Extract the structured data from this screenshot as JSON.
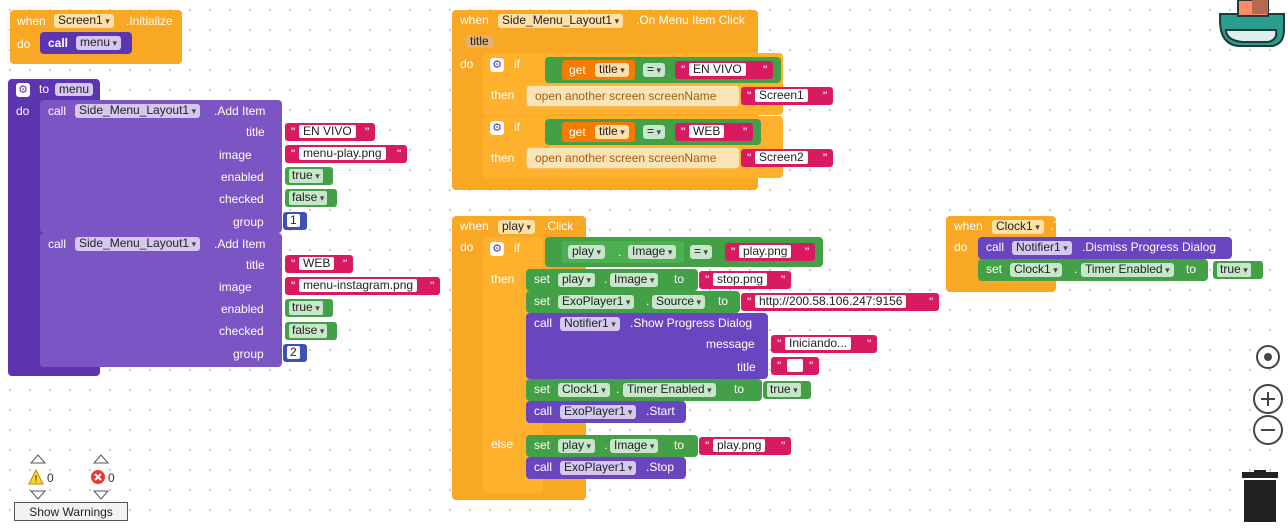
{
  "init_block": {
    "when": "when",
    "component": "Screen1",
    "event": ".Initialize",
    "do": "do",
    "call": "call",
    "proc": "menu"
  },
  "proc_block": {
    "to": "to",
    "name": "menu",
    "do": "do",
    "add1": {
      "call": "call",
      "component": "Side_Menu_Layout1",
      "method": ".Add Item",
      "title_label": "title",
      "title_val": "EN VIVO",
      "image_label": "image",
      "image_val": "menu-play.png",
      "enabled_label": "enabled",
      "enabled_val": "true",
      "checked_label": "checked",
      "checked_val": "false",
      "group_label": "group",
      "group_val": "1"
    },
    "add2": {
      "call": "call",
      "component": "Side_Menu_Layout1",
      "method": ".Add Item",
      "title_label": "title",
      "title_val": "WEB",
      "image_label": "image",
      "image_val": "menu-instagram.png",
      "enabled_label": "enabled",
      "enabled_val": "true",
      "checked_label": "checked",
      "checked_val": "false",
      "group_label": "group",
      "group_val": "2"
    }
  },
  "menu_click": {
    "when": "when",
    "component": "Side_Menu_Layout1",
    "event": ".On Menu Item Click",
    "param": "title",
    "do": "do",
    "if1": {
      "if": "if",
      "get": "get",
      "var": "title",
      "op": "=",
      "val": "EN VIVO",
      "then": "then",
      "open": "open another screen  screenName",
      "screen": "Screen1"
    },
    "if2": {
      "if": "if",
      "get": "get",
      "var": "title",
      "op": "=",
      "val": "WEB",
      "then": "then",
      "open": "open another screen  screenName",
      "screen": "Screen2"
    }
  },
  "play_click": {
    "when": "when",
    "component": "play",
    "event": ".Click",
    "do": "do",
    "if": "if",
    "cond": {
      "comp": "play",
      "prop": "Image",
      "op": "=",
      "val": "play.png"
    },
    "then": "then",
    "else": "else",
    "set1": {
      "set": "set",
      "comp": "play",
      "prop": "Image",
      "to": "to",
      "val": "stop.png"
    },
    "set2": {
      "set": "set",
      "comp": "ExoPlayer1",
      "prop": "Source",
      "to": "to",
      "val": "http://200.58.106.247:9156"
    },
    "call1": {
      "call": "call",
      "comp": "Notifier1",
      "method": ".Show Progress Dialog",
      "message_label": "message",
      "message_val": "Iniciando...",
      "title_label": "title",
      "title_val": ""
    },
    "set3": {
      "set": "set",
      "comp": "Clock1",
      "prop": "Timer Enabled",
      "to": "to",
      "val": "true"
    },
    "call2": {
      "call": "call",
      "comp": "ExoPlayer1",
      "method": ".Start"
    },
    "set4": {
      "set": "set",
      "comp": "play",
      "prop": "Image",
      "to": "to",
      "val": "play.png"
    },
    "call3": {
      "call": "call",
      "comp": "ExoPlayer1",
      "method": ".Stop"
    }
  },
  "clock_timer": {
    "when": "when",
    "component": "Clock1",
    "event": ".Timer",
    "do": "do",
    "call": {
      "call": "call",
      "comp": "Notifier1",
      "method": ".Dismiss Progress Dialog"
    },
    "set": {
      "set": "set",
      "comp": "Clock1",
      "prop": "Timer Enabled",
      "to": "to",
      "val": "true"
    }
  },
  "warnings": {
    "warn_count": "0",
    "error_count": "0",
    "button": "Show Warnings"
  },
  "colors": {
    "event": "#f9a825",
    "procedure": "#5e35b1",
    "text": "#d81b60",
    "logic": "#43a047",
    "math": "#3f51b5",
    "canvas": "#ffffff"
  }
}
